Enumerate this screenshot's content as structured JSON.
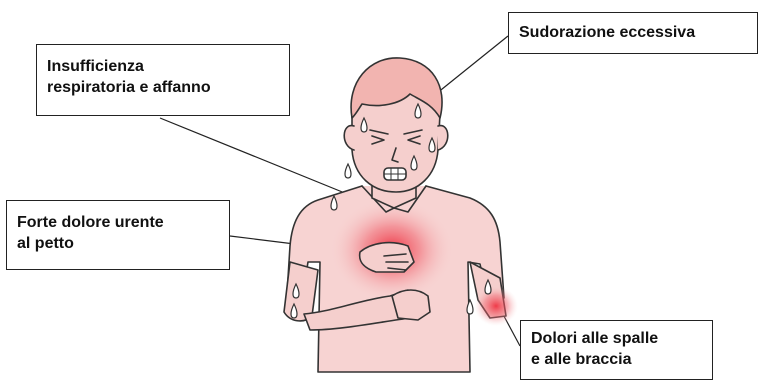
{
  "callouts": {
    "sweat": {
      "lines": [
        "Sudorazione eccessiva"
      ]
    },
    "breath": {
      "lines": [
        "Insufficienza",
        "respiratoria e affanno"
      ]
    },
    "chest": {
      "lines": [
        "Forte dolore urente",
        "al petto"
      ]
    },
    "arms": {
      "lines": [
        "Dolori alle spalle",
        "e alle braccia"
      ]
    }
  },
  "colors": {
    "skin": "#f5cfcd",
    "hair": "#f2b4b0",
    "shirt": "#f7d3d2",
    "pain": "#ee2a3a",
    "outline": "#222222"
  },
  "figure": {
    "subject": "man-clutching-chest-illustration"
  }
}
